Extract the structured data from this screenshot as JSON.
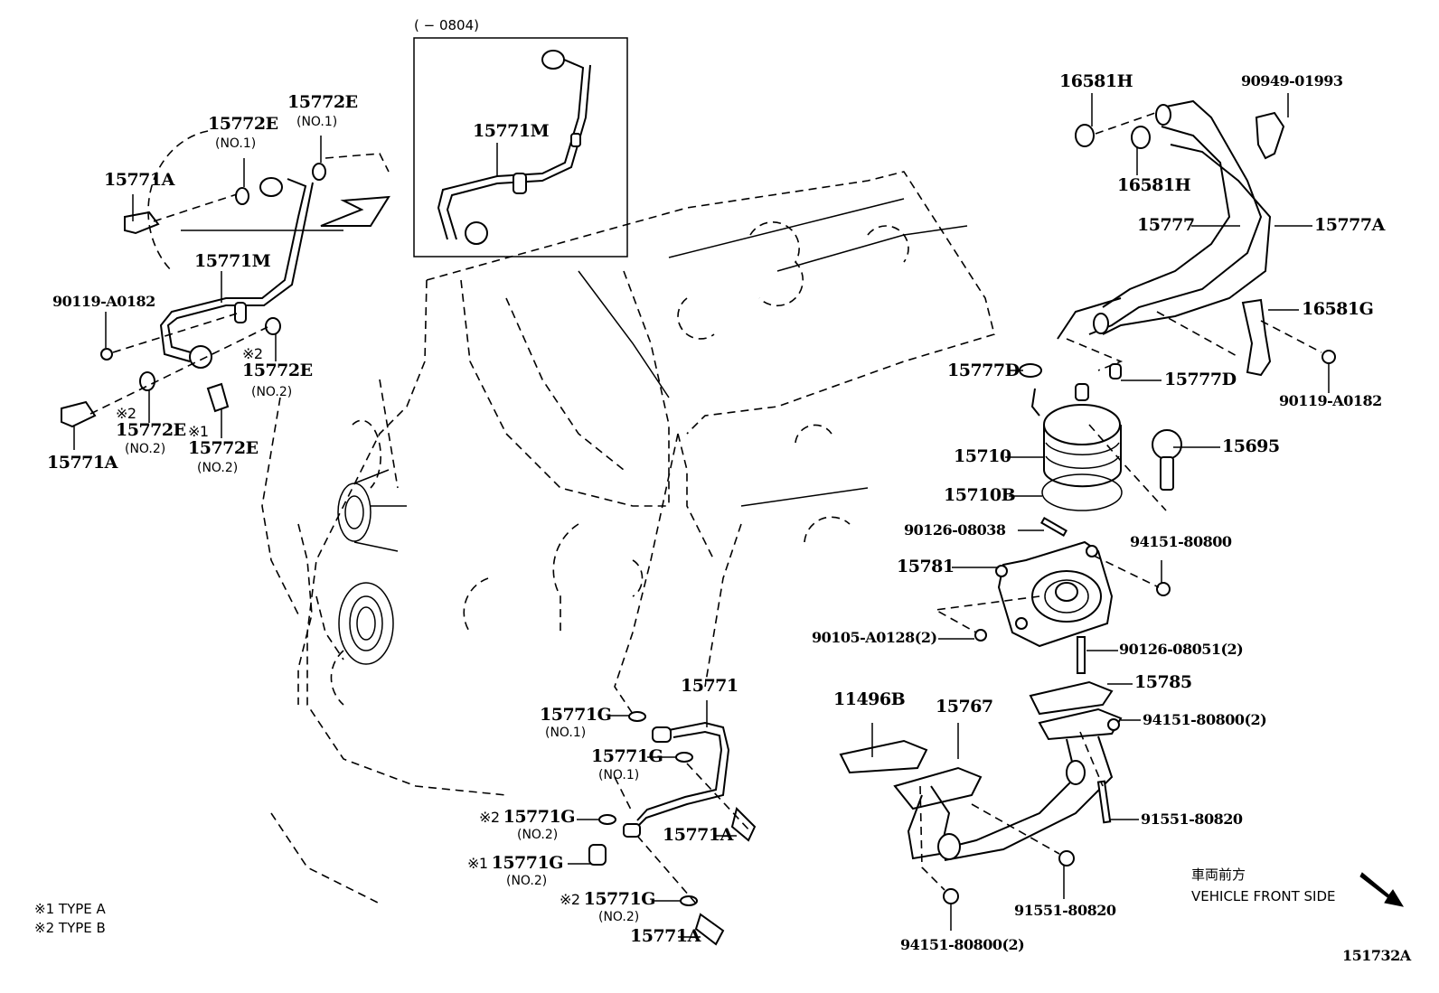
{
  "diagram": {
    "title_code": "151732A",
    "inset": {
      "range_label": "(      − 0804)",
      "part": "15771M"
    },
    "legend": [
      {
        "mark": "※1",
        "text": "TYPE A"
      },
      {
        "mark": "※2",
        "text": "TYPE B"
      }
    ],
    "orientation": {
      "jp": "車両前方",
      "en": "VEHICLE FRONT SIDE",
      "icon": "arrow-down-right-icon"
    },
    "left_group": [
      {
        "part": "15772E",
        "sub": "(NO.1)"
      },
      {
        "part": "15772E",
        "sub": "(NO.1)"
      },
      {
        "part": "15771A"
      },
      {
        "part": "15771M"
      },
      {
        "part": "90119-A0182"
      },
      {
        "part": "15772E",
        "sub": "(NO.2)",
        "mark": "※2"
      },
      {
        "part": "15772E",
        "sub": "(NO.2)",
        "mark": "※2"
      },
      {
        "part": "15772E",
        "sub": "(NO.2)",
        "mark": "※1"
      },
      {
        "part": "15771A"
      }
    ],
    "bottom_group": [
      {
        "part": "15771"
      },
      {
        "part": "15771G",
        "sub": "(NO.1)"
      },
      {
        "part": "15771G",
        "sub": "(NO.1)"
      },
      {
        "part": "15771G",
        "sub": "(NO.2)",
        "mark": "※2"
      },
      {
        "part": "15771G",
        "sub": "(NO.2)",
        "mark": "※1"
      },
      {
        "part": "15771G",
        "sub": "(NO.2)",
        "mark": "※2"
      },
      {
        "part": "15771A"
      },
      {
        "part": "15771A"
      }
    ],
    "right_group": [
      {
        "part": "16581H"
      },
      {
        "part": "90949-01993"
      },
      {
        "part": "16581H"
      },
      {
        "part": "15777"
      },
      {
        "part": "15777A"
      },
      {
        "part": "16581G"
      },
      {
        "part": "90119-A0182"
      },
      {
        "part": "15777D"
      },
      {
        "part": "15777D"
      },
      {
        "part": "15710"
      },
      {
        "part": "15695"
      },
      {
        "part": "15710B"
      },
      {
        "part": "90126-08038"
      },
      {
        "part": "94151-80800"
      },
      {
        "part": "15781"
      },
      {
        "part": "90105-A0128(2)"
      },
      {
        "part": "90126-08051(2)"
      },
      {
        "part": "15785"
      },
      {
        "part": "94151-80800(2)"
      },
      {
        "part": "11496B"
      },
      {
        "part": "15767"
      },
      {
        "part": "91551-80820"
      },
      {
        "part": "91551-80820"
      },
      {
        "part": "94151-80800(2)"
      }
    ]
  }
}
